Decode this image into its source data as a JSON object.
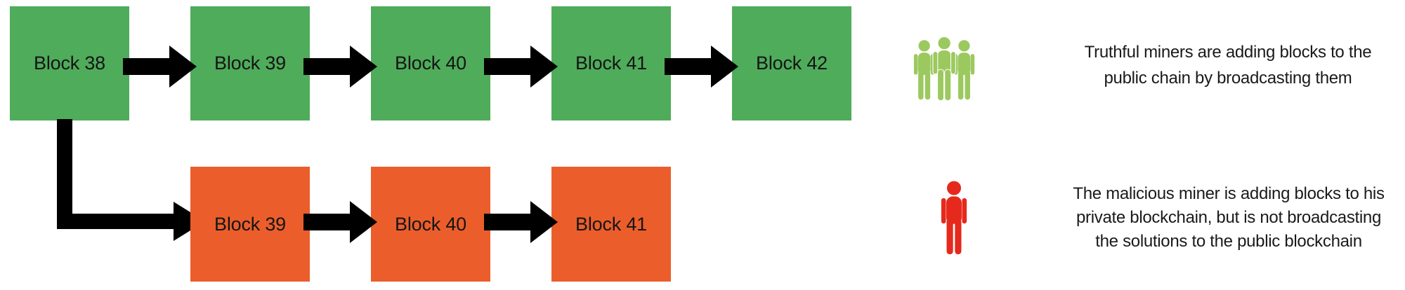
{
  "colors": {
    "public_block": "#4fac5b",
    "private_block": "#eb5e2b",
    "arrow": "#000000",
    "miners_icon": "#9cc95f",
    "malicious_icon": "#e6291d",
    "text": "#1a1a1a"
  },
  "public_chain": {
    "blocks": [
      "Block 38",
      "Block 39",
      "Block 40",
      "Block 41",
      "Block 42"
    ]
  },
  "private_chain": {
    "blocks": [
      "Block 39",
      "Block 40",
      "Block 41"
    ]
  },
  "legend": {
    "truthful": {
      "icon": "miners-group",
      "lines": [
        "Truthful miners are adding blocks to the",
        "public chain by broadcasting them"
      ]
    },
    "malicious": {
      "icon": "malicious-miner",
      "lines": [
        "The malicious miner is adding blocks to his",
        "private blockchain, but is not broadcasting",
        "the solutions to the public blockchain"
      ]
    }
  }
}
